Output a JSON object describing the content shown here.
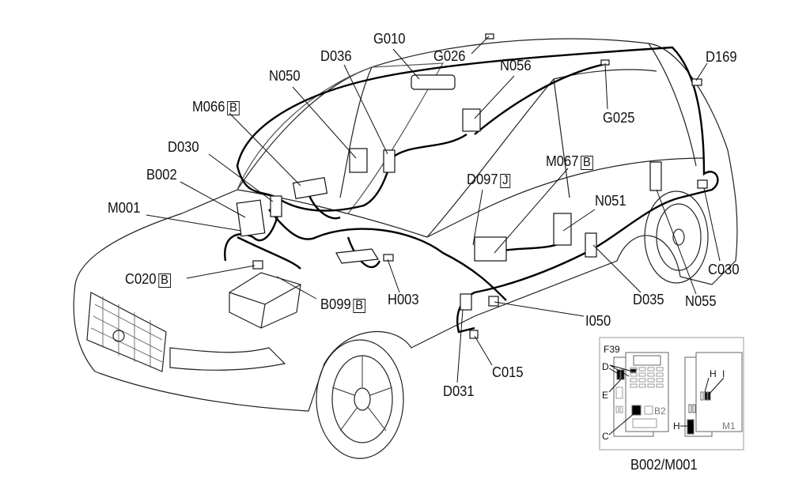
{
  "components": [
    {
      "code": "G010",
      "box": ""
    },
    {
      "code": "D036",
      "box": ""
    },
    {
      "code": "G026",
      "box": ""
    },
    {
      "code": "N056",
      "box": ""
    },
    {
      "code": "D169",
      "box": ""
    },
    {
      "code": "N050",
      "box": ""
    },
    {
      "code": "M066",
      "box": "B"
    },
    {
      "code": "G025",
      "box": ""
    },
    {
      "code": "D030",
      "box": ""
    },
    {
      "code": "B002",
      "box": ""
    },
    {
      "code": "M001",
      "box": ""
    },
    {
      "code": "D097",
      "box": "J"
    },
    {
      "code": "M067",
      "box": "B"
    },
    {
      "code": "N051",
      "box": ""
    },
    {
      "code": "C020",
      "box": "B"
    },
    {
      "code": "B099",
      "box": "B"
    },
    {
      "code": "H003",
      "box": ""
    },
    {
      "code": "D035",
      "box": ""
    },
    {
      "code": "N055",
      "box": ""
    },
    {
      "code": "C030",
      "box": ""
    },
    {
      "code": "I050",
      "box": ""
    },
    {
      "code": "C015",
      "box": ""
    },
    {
      "code": "D031",
      "box": ""
    }
  ],
  "inset": {
    "caption": "B002/M001",
    "labels": {
      "f39": "F39",
      "d": "D",
      "e": "E",
      "c": "C",
      "b2": "B2",
      "h1": "H",
      "i": "I",
      "h2": "H",
      "m1": "M1"
    }
  }
}
